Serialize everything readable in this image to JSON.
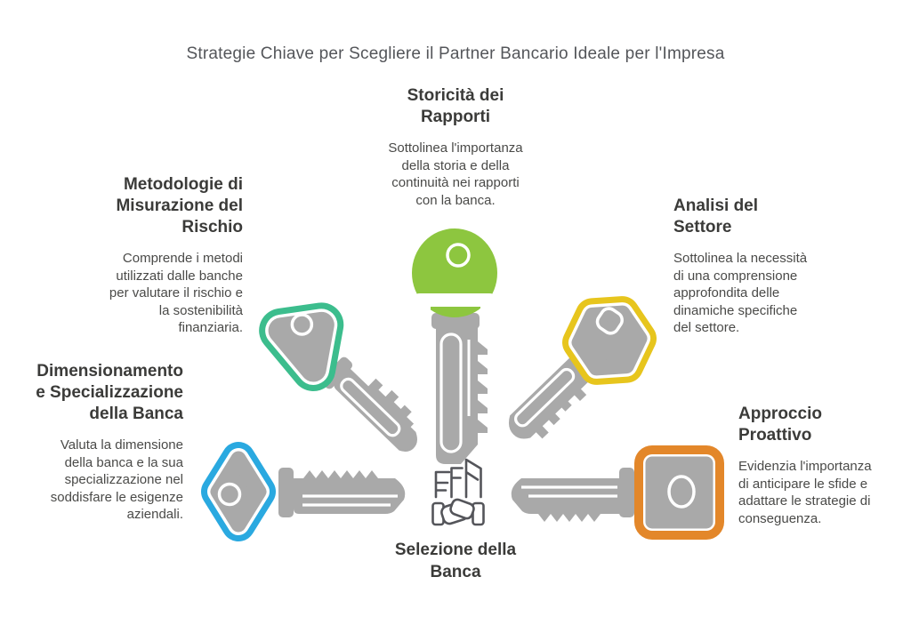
{
  "title": "Strategie Chiave per Scegliere il Partner Bancario Ideale per l'Impresa",
  "colors": {
    "green": "#8dc63f",
    "teal": "#3cbd8d",
    "yellow": "#e7c51d",
    "blue": "#2aa9e0",
    "orange": "#e3872a",
    "key_gray": "#a9a9a9",
    "icon_gray": "#54555a",
    "heading_text": "#3b3b39",
    "body_text": "#4a4a48",
    "title_text": "#54565a"
  },
  "center": {
    "icon": "bank-building-handshake-icon",
    "label_lines": [
      "Selezione della",
      "Banca"
    ]
  },
  "sections": [
    {
      "id": "storicita-dei-rapporti",
      "key_shape": "round-green-key-icon",
      "key_color": "#8dc63f",
      "title_lines": [
        "Storicità dei",
        "Rapporti"
      ],
      "body_lines": [
        "Sottolinea l'importanza",
        "della storia e della",
        "continuità nei rapporti",
        "con la banca."
      ]
    },
    {
      "id": "metodologie-di-misurazione-del-rischio",
      "key_shape": "heart-teal-key-icon",
      "key_color": "#3cbd8d",
      "title_lines": [
        "Metodologie di",
        "Misurazione del",
        "Rischio"
      ],
      "body_lines": [
        "Comprende i metodi",
        "utilizzati dalle banche",
        "per valutare il rischio e",
        "la sostenibilità",
        "finanziaria."
      ]
    },
    {
      "id": "analisi-del-settore",
      "key_shape": "hexagon-yellow-key-icon",
      "key_color": "#e7c51d",
      "title_lines": [
        "Analisi del",
        "Settore"
      ],
      "body_lines": [
        "Sottolinea la necessità",
        "di una comprensione",
        "approfondita delle",
        "dinamiche specifiche",
        "del settore."
      ]
    },
    {
      "id": "dimensionamento-e-specializzazione-della-banca",
      "key_shape": "diamond-blue-key-icon",
      "key_color": "#2aa9e0",
      "title_lines": [
        "Dimensionamento",
        "e Specializzazione",
        "della Banca"
      ],
      "body_lines": [
        "Valuta la dimensione",
        "della banca e la sua",
        "specializzazione nel",
        "soddisfare le esigenze",
        "aziendali."
      ]
    },
    {
      "id": "approccio-proattivo",
      "key_shape": "rounded-square-orange-key-icon",
      "key_color": "#e3872a",
      "title_lines": [
        "Approccio",
        "Proattivo"
      ],
      "body_lines": [
        "Evidenzia l'importanza",
        "di anticipare le sfide e",
        "adattare le strategie di",
        "conseguenza."
      ]
    }
  ]
}
